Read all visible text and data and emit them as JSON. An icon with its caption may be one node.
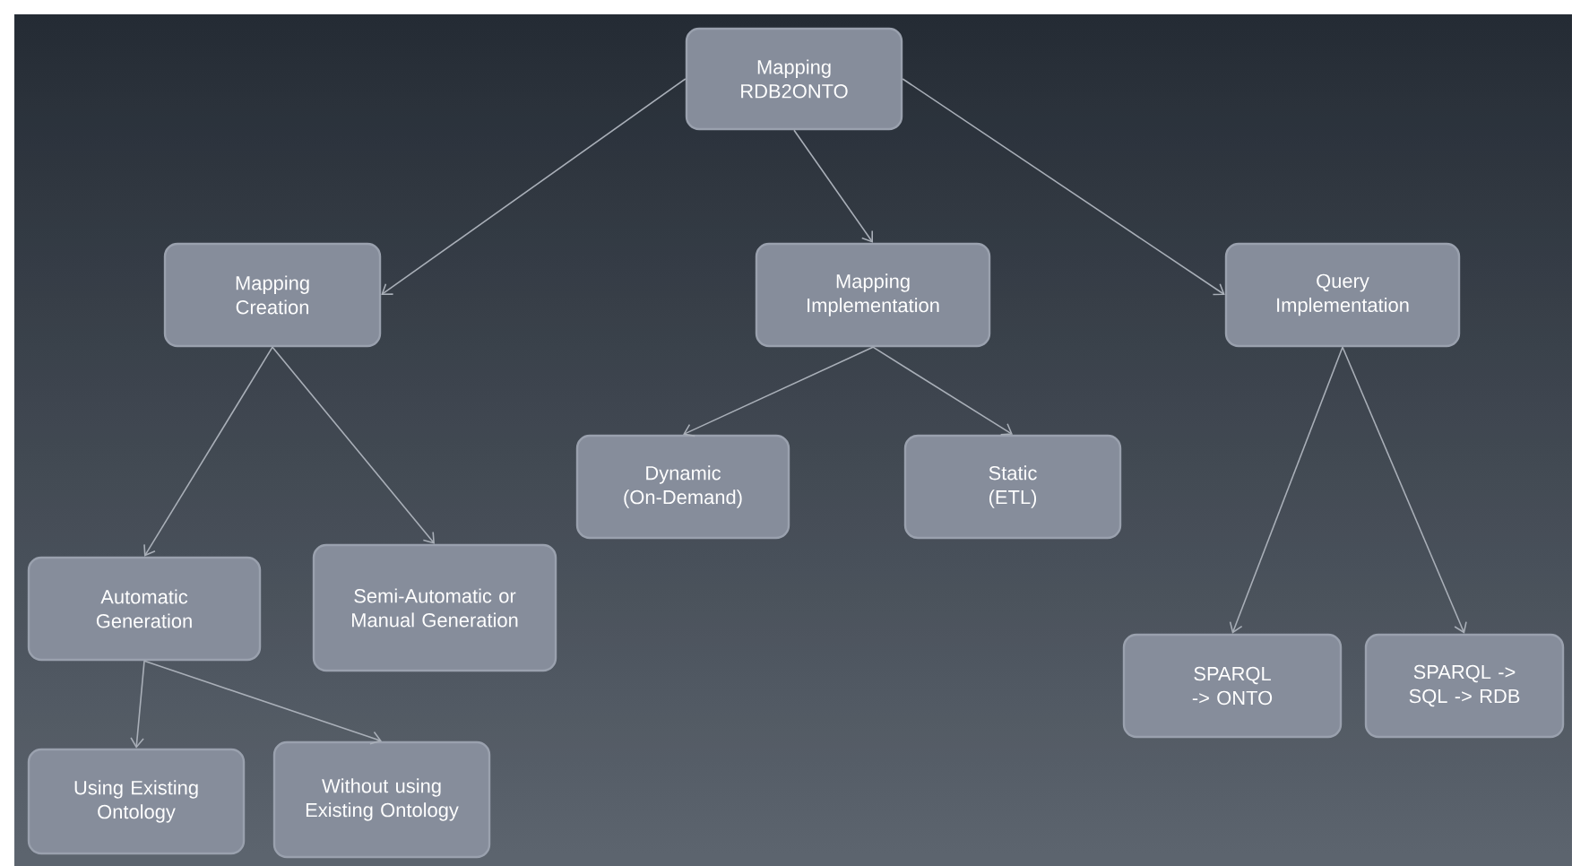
{
  "diagram": {
    "nodes": [
      {
        "text": [
          "Mapping RDB2ONTO"
        ]
      },
      {
        "text": [
          "Mapping Creation"
        ]
      },
      {
        "text": [
          "Mapping Implementation"
        ]
      },
      {
        "text": [
          "Query Implementation"
        ]
      },
      {
        "text": [
          "Dynamic (On-Demand)"
        ]
      },
      {
        "text": [
          "Static (ETL)"
        ]
      },
      {
        "text": [
          "Automatic Generation"
        ]
      },
      {
        "text": [
          "Semi-Automatic or Manual Generation"
        ]
      },
      {
        "text": [
          "Using Existing Ontology"
        ]
      },
      {
        "text": [
          "Without using Existing Ontology"
        ]
      },
      {
        "text": [
          "SPARQL -> ONTO"
        ]
      },
      {
        "text": [
          "SPARQL -> SQL -> RDB"
        ]
      }
    ],
    "edges": [
      {
        "from": 0,
        "to": 1,
        "arrow": "to"
      },
      {
        "from": 0,
        "to": 2,
        "arrow": "to"
      },
      {
        "from": 0,
        "to": 3,
        "arrow": "to"
      },
      {
        "from": 1,
        "to": 6,
        "arrow": "to"
      },
      {
        "from": 1,
        "to": 7,
        "arrow": "to"
      },
      {
        "from": 2,
        "to": 4,
        "arrow": "to"
      },
      {
        "from": 2,
        "to": 5,
        "arrow": "to"
      },
      {
        "from": 3,
        "to": 10,
        "arrow": "to"
      },
      {
        "from": 3,
        "to": 11,
        "arrow": "to"
      },
      {
        "from": 6,
        "to": 8,
        "arrow": "to"
      },
      {
        "from": 6,
        "to": 9,
        "arrow": "to"
      }
    ]
  }
}
